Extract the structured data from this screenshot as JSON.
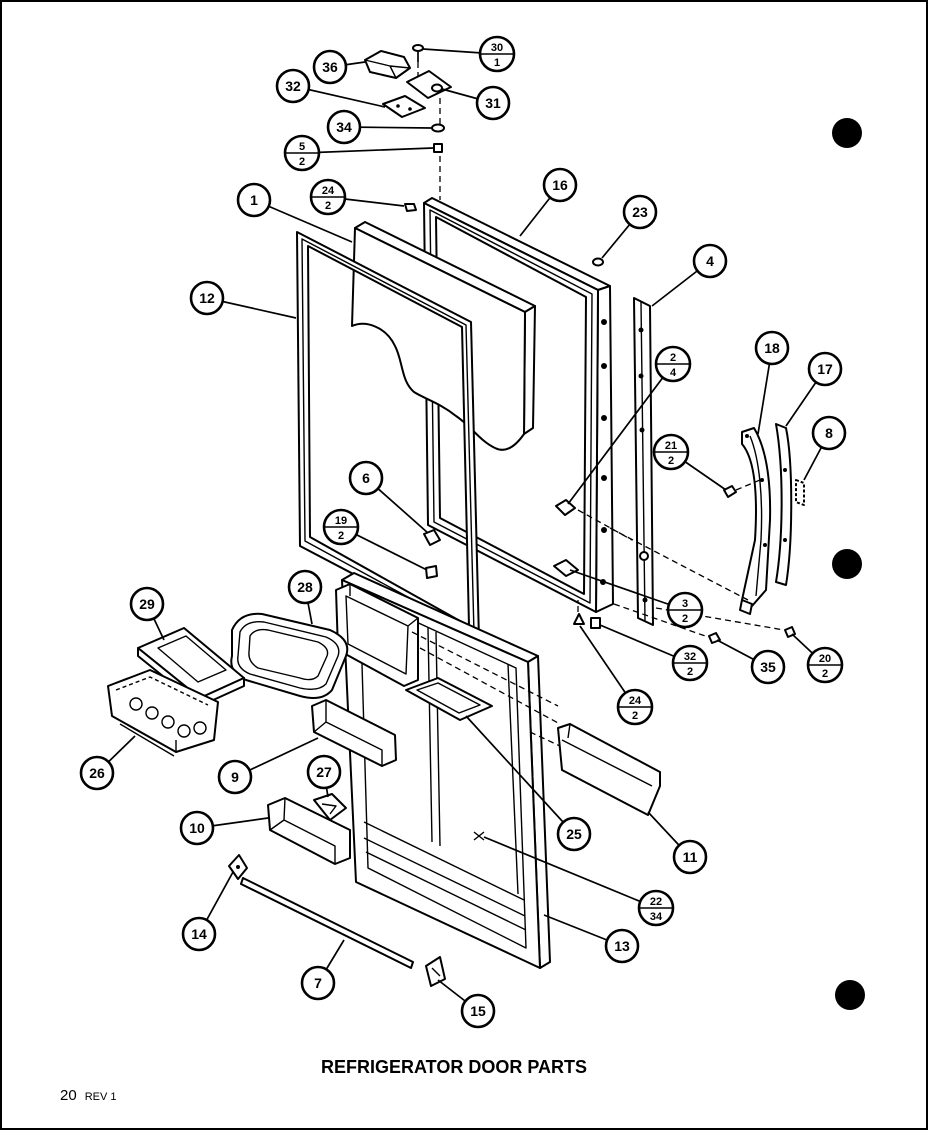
{
  "title": "REFRIGERATOR DOOR PARTS",
  "footer": {
    "sheet": "20",
    "revision": "REV 1"
  },
  "callouts": [
    {
      "part": "36"
    },
    {
      "part": "30",
      "qty": "1"
    },
    {
      "part": "32"
    },
    {
      "part": "31"
    },
    {
      "part": "34"
    },
    {
      "part": "5",
      "qty": "2"
    },
    {
      "part": "24",
      "qty": "2"
    },
    {
      "part": "16"
    },
    {
      "part": "1"
    },
    {
      "part": "23"
    },
    {
      "part": "4"
    },
    {
      "part": "12"
    },
    {
      "part": "2",
      "qty": "4"
    },
    {
      "part": "18"
    },
    {
      "part": "17"
    },
    {
      "part": "8"
    },
    {
      "part": "21",
      "qty": "2"
    },
    {
      "part": "6"
    },
    {
      "part": "19",
      "qty": "2"
    },
    {
      "part": "28"
    },
    {
      "part": "29"
    },
    {
      "part": "3",
      "qty": "2"
    },
    {
      "part": "32",
      "qty": "2"
    },
    {
      "part": "35"
    },
    {
      "part": "20",
      "qty": "2"
    },
    {
      "part": "24",
      "qty": "2"
    },
    {
      "part": "26"
    },
    {
      "part": "9"
    },
    {
      "part": "27"
    },
    {
      "part": "10"
    },
    {
      "part": "25"
    },
    {
      "part": "11"
    },
    {
      "part": "22",
      "qty": "34"
    },
    {
      "part": "14"
    },
    {
      "part": "13"
    },
    {
      "part": "7"
    },
    {
      "part": "15"
    }
  ]
}
